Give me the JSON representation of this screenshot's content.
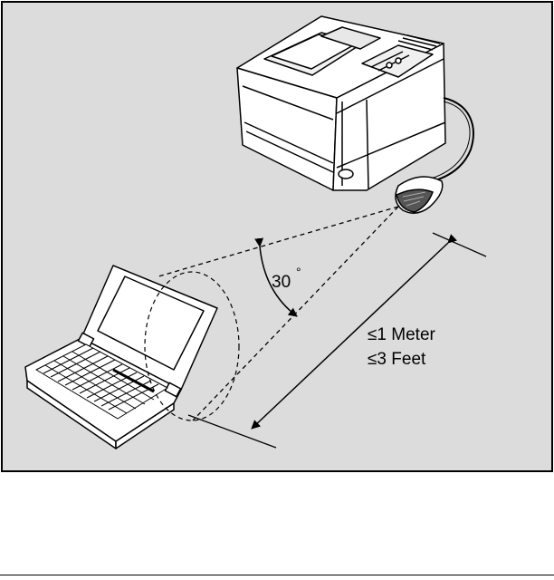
{
  "figure": {
    "angle_label": "30",
    "angle_unit": "°",
    "distance_label_metric": "≤1 Meter",
    "distance_label_imperial": "≤3 Feet"
  },
  "colors": {
    "panel_background": "#dcdcdc",
    "line": "#000000",
    "device_fill": "#ffffff"
  },
  "icons": {
    "printer": "printer-icon",
    "ir_adapter": "infrared-adapter-icon",
    "laptop": "laptop-icon"
  }
}
